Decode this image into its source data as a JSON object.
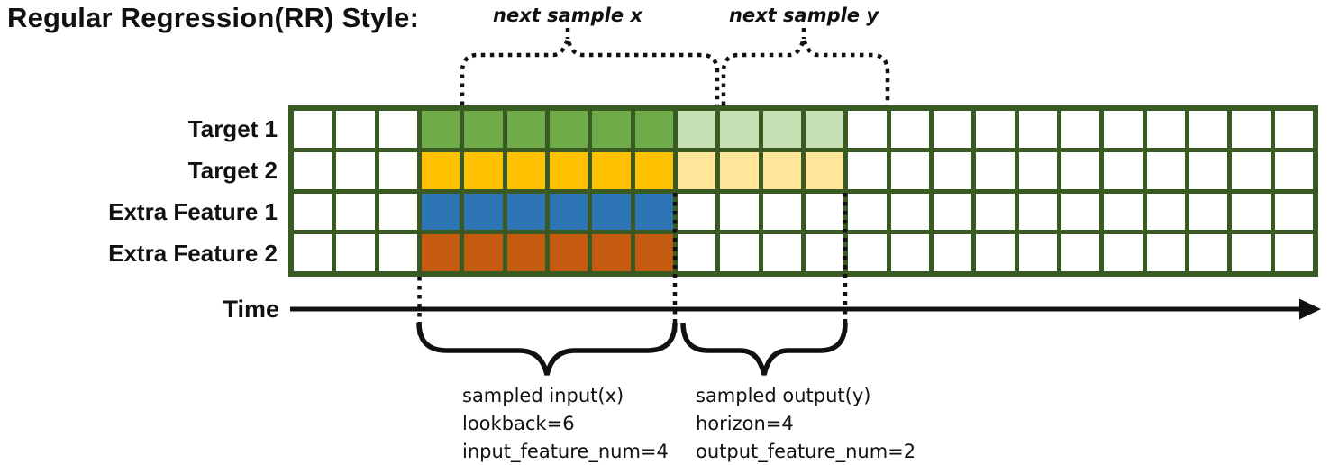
{
  "title": "Regular Regression(RR) Style:",
  "grid": {
    "total_cols": 24,
    "blank_left_cols": 3,
    "lookback": 6,
    "horizon": 4,
    "border_color": "#3a5a24",
    "empty_cell_color": "#ffffff",
    "rows": [
      {
        "label": "Target 1",
        "input_color": "#6fab49",
        "output_color": "#c6e0b4"
      },
      {
        "label": "Target 2",
        "input_color": "#ffc000",
        "output_color": "#ffe699"
      },
      {
        "label": "Extra Feature 1",
        "input_color": "#2e75b6",
        "output_color": null
      },
      {
        "label": "Extra Feature 2",
        "input_color": "#c55a11",
        "output_color": null
      }
    ]
  },
  "annotations": {
    "next_sample_x": "next sample x",
    "next_sample_y": "next sample y",
    "time_label": "Time",
    "annotation_color": "#111111",
    "input_lines": [
      "sampled input(x)",
      "lookback=6",
      "input_feature_num=4"
    ],
    "output_lines": [
      "sampled output(y)",
      "horizon=4",
      "output_feature_num=2"
    ]
  }
}
